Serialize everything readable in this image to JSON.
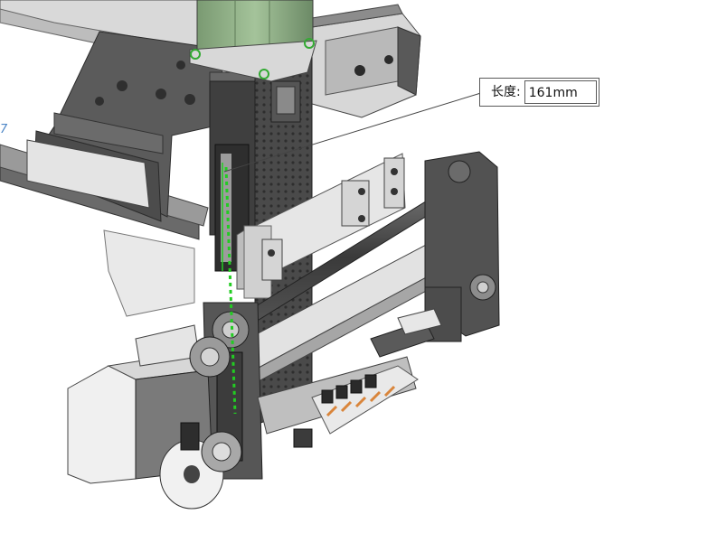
{
  "measure_callout": {
    "label": "长度:",
    "value": "161mm"
  },
  "view_corner_mark": "7",
  "colors": {
    "background": "#ffffff",
    "body_gray": "#5d5d5d",
    "light_plate": "#dcdcdc",
    "motor_green": "#8fae86",
    "measure_line": "#22cc22"
  },
  "icons": {
    "anchor": "circle-anchor-icon"
  }
}
